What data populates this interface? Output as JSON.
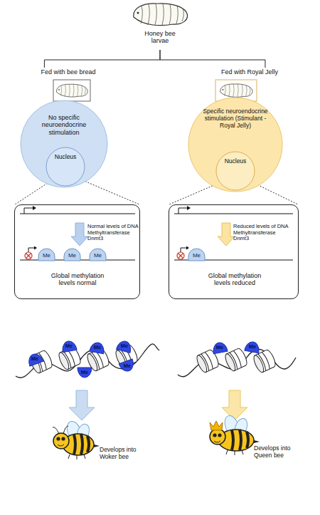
{
  "diagram": {
    "nodes": [
      {
        "text": [
          "Honey bee larvae"
        ]
      },
      {
        "text": [
          "Fed with bee bread"
        ]
      },
      {
        "text": [
          "Fed with Royal Jelly"
        ]
      },
      {
        "text": [
          "No specific neuroendocrine stimulation"
        ]
      },
      {
        "text": [
          "Nucleus"
        ],
        "in": 3
      },
      {
        "text": [
          "Specific neuroendocrine stimulation (Stimulant - Royal Jelly)"
        ]
      },
      {
        "text": [
          "Nucleus"
        ],
        "in": 5
      },
      {
        "text": [
          "Normal levels of DNA Methyltransferase Dnmt3",
          "Global methylation levels normal"
        ]
      },
      {
        "text": [
          "Me"
        ],
        "in": 7
      },
      {
        "text": [
          "Me"
        ],
        "in": 7
      },
      {
        "text": [
          "Me"
        ],
        "in": 7
      },
      {
        "text": [
          "Reduced levels of DNA Methyltransferase Dnmt3",
          "Global methylation levels reduced"
        ]
      },
      {
        "text": [
          "Me"
        ],
        "in": 11
      },
      {
        "text": [
          "Me"
        ]
      },
      {
        "text": [
          "Me"
        ]
      },
      {
        "text": [
          "Me"
        ]
      },
      {
        "text": [
          "Me"
        ]
      },
      {
        "text": [
          "Me"
        ]
      },
      {
        "text": [
          "Me"
        ]
      },
      {
        "text": [
          "Me"
        ]
      },
      {
        "text": [
          "Me"
        ]
      }
    ],
    "edges": [
      {
        "from": 0,
        "to": 1,
        "arrow": "none"
      },
      {
        "from": 0,
        "to": 2,
        "arrow": "none"
      }
    ],
    "labels": [
      "Develops into Woker bee",
      "Develops into Queen bee"
    ]
  }
}
